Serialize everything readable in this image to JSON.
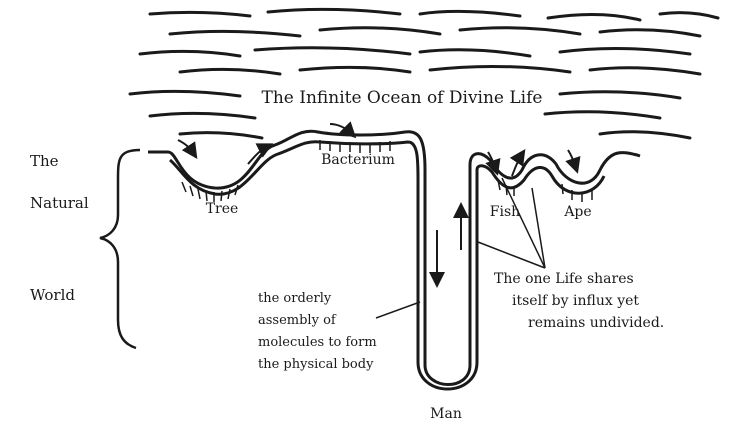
{
  "title": "The Infinite Ocean of Divine Life",
  "bracket_label": {
    "line1": "The",
    "line2": "Natural",
    "line3": "World"
  },
  "forms": {
    "tree": "Tree",
    "bacterium": "Bacterium",
    "fish": "Fish",
    "ape": "Ape",
    "man": "Man"
  },
  "note_body": {
    "line1": "the orderly",
    "line2": "assembly of",
    "line3": "molecules to form",
    "line4": "the physical body"
  },
  "note_life": {
    "line1": "The one Life shares",
    "line2": "itself by influx yet",
    "line3": "remains undivided."
  }
}
